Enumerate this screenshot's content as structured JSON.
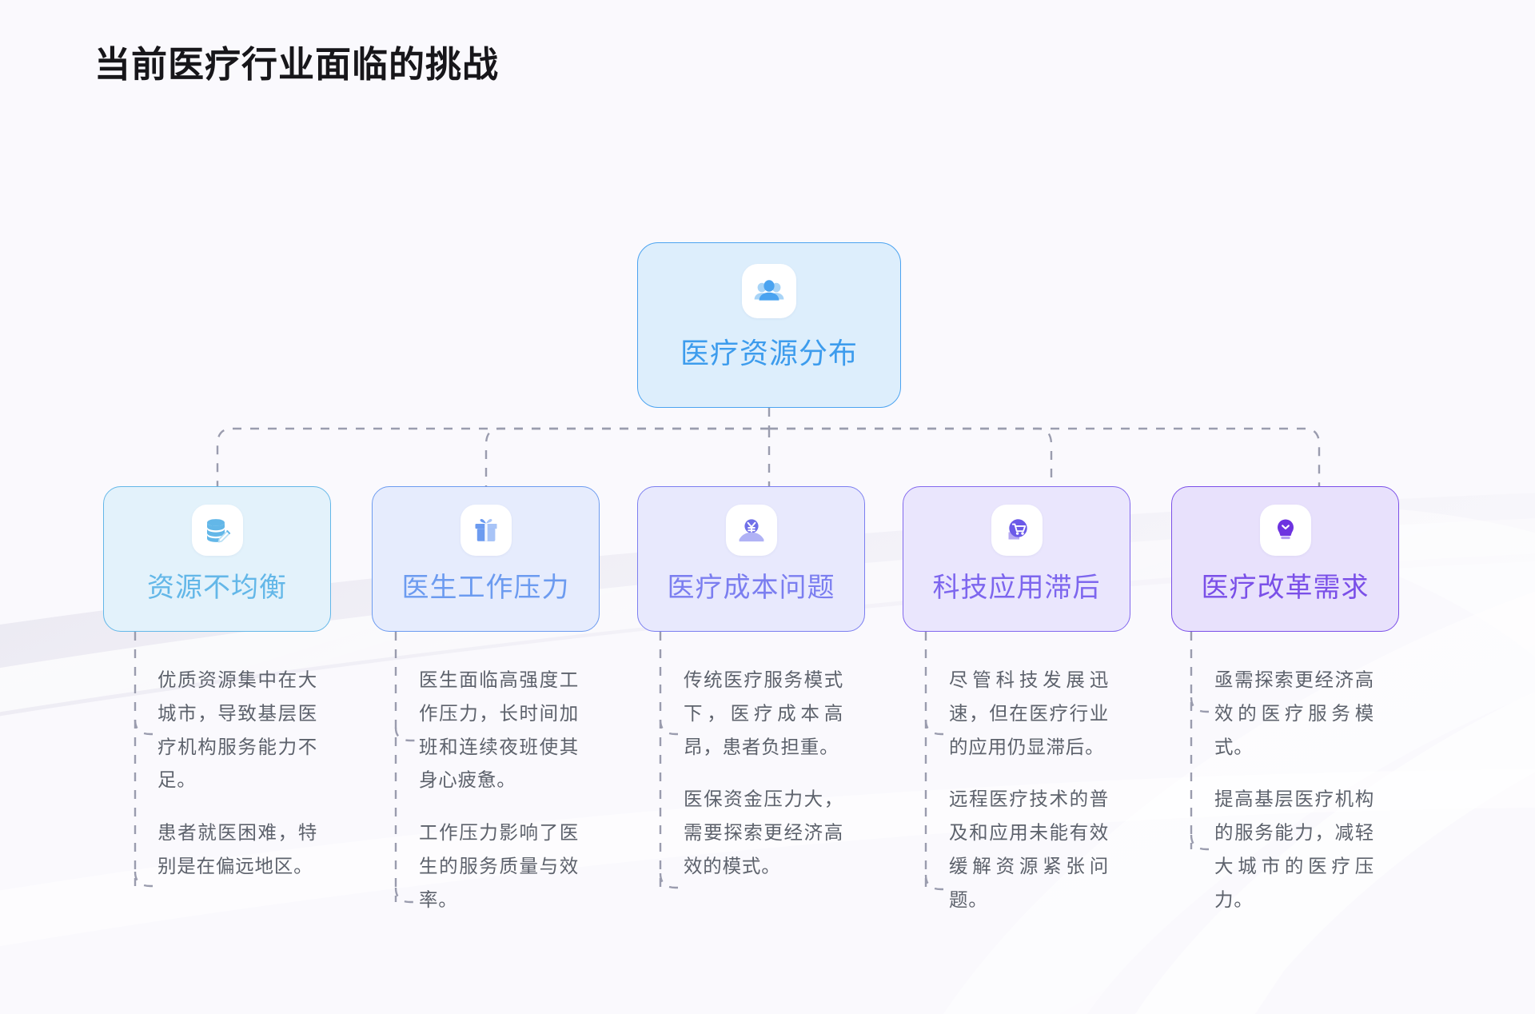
{
  "page": {
    "title": "当前医疗行业面临的挑战",
    "background_color": "#faf9fd",
    "title_color": "#17161a"
  },
  "mindmap": {
    "root": {
      "label": "医疗资源分布",
      "icon": "users-icon",
      "border_color": "#4ba3f0",
      "fill_color": "#ddeefc",
      "text_color": "#3d9ced",
      "icon_color": "#4aa3f0"
    },
    "children": [
      {
        "label": "资源不均衡",
        "icon": "database-edit-icon",
        "border_color": "#63b7e8",
        "fill_color": "#e3f2fb",
        "text_color": "#63b7e8",
        "icon_color": "#63b7e8",
        "leaves": [
          "优质资源集中在大城市，导致基层医疗机构服务能力不足。",
          "患者就医困难，特别是在偏远地区。"
        ]
      },
      {
        "label": "医生工作压力",
        "icon": "gift-box-icon",
        "border_color": "#6c9bf0",
        "fill_color": "#e6ecfd",
        "text_color": "#6c9bf0",
        "icon_color": "#6c9bf0",
        "leaves": [
          "医生面临高强度工作压力，长时间加班和连续夜班使其身心疲惫。",
          "工作压力影响了医生的服务质量与效率。"
        ]
      },
      {
        "label": "医疗成本问题",
        "icon": "hand-coin-yuan-icon",
        "border_color": "#7b7ef0",
        "fill_color": "#e8e9fd",
        "text_color": "#7b7ef0",
        "icon_color": "#6f6fe8",
        "leaves": [
          "传统医疗服务模式下，医疗成本高昂，患者负担重。",
          "医保资金压力大，需要探索更经济高效的模式。"
        ]
      },
      {
        "label": "科技应用滞后",
        "icon": "shopping-cart-icon",
        "border_color": "#8268ee",
        "fill_color": "#eae6fd",
        "text_color": "#7d66ee",
        "icon_color": "#6b5ae8",
        "leaves": [
          "尽管科技发展迅速，但在医疗行业的应用仍显滞后。",
          "远程医疗技术的普及和应用未能有效缓解资源紧张问题。"
        ]
      },
      {
        "label": "医疗改革需求",
        "icon": "lightbulb-icon",
        "border_color": "#7b4fe8",
        "fill_color": "#e8e1fc",
        "text_color": "#7a4fe8",
        "icon_color": "#6d33e0",
        "leaves": [
          "亟需探索更经济高效的医疗服务模式。",
          "提高基层医疗机构的服务能力，减轻大城市的医疗压力。"
        ]
      }
    ],
    "connector_color": "#9a9cae",
    "connector_style": "dashed"
  }
}
